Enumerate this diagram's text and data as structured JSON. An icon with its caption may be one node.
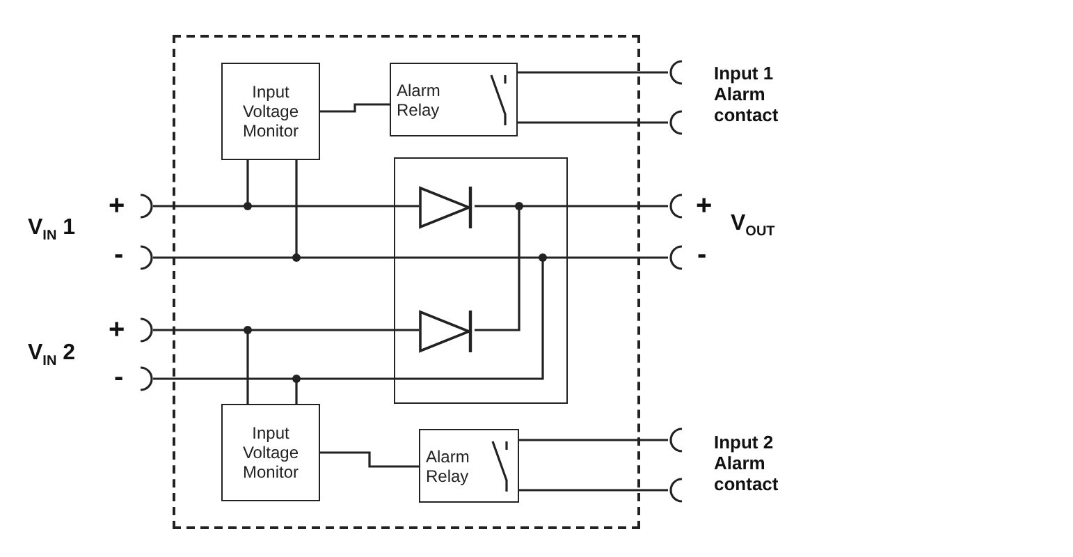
{
  "diagram": {
    "nodes": [
      {
        "text": [],
        "shape": "box"
      },
      {
        "text": [
          "Input Voltage Monitor"
        ],
        "in": 0
      },
      {
        "text": [
          "Alarm Relay"
        ],
        "in": 0
      },
      {
        "text": [],
        "shape": "box",
        "in": 0
      },
      {
        "text": [
          "Input Voltage Monitor"
        ],
        "in": 0
      },
      {
        "text": [
          "Alarm Relay"
        ],
        "in": 0
      }
    ],
    "edges": [
      {
        "from": 1,
        "to": 2,
        "arrow": "none"
      },
      {
        "from": 4,
        "to": 5,
        "arrow": "none"
      }
    ],
    "labels": [
      "Input 1 Alarm contact",
      "+",
      "+",
      "V$_{IN}$ 1",
      "V$_{OUT}$",
      "-",
      "-",
      "+",
      "V$_{IN}$ 2",
      "-",
      "Input 2 Alarm contact"
    ]
  }
}
